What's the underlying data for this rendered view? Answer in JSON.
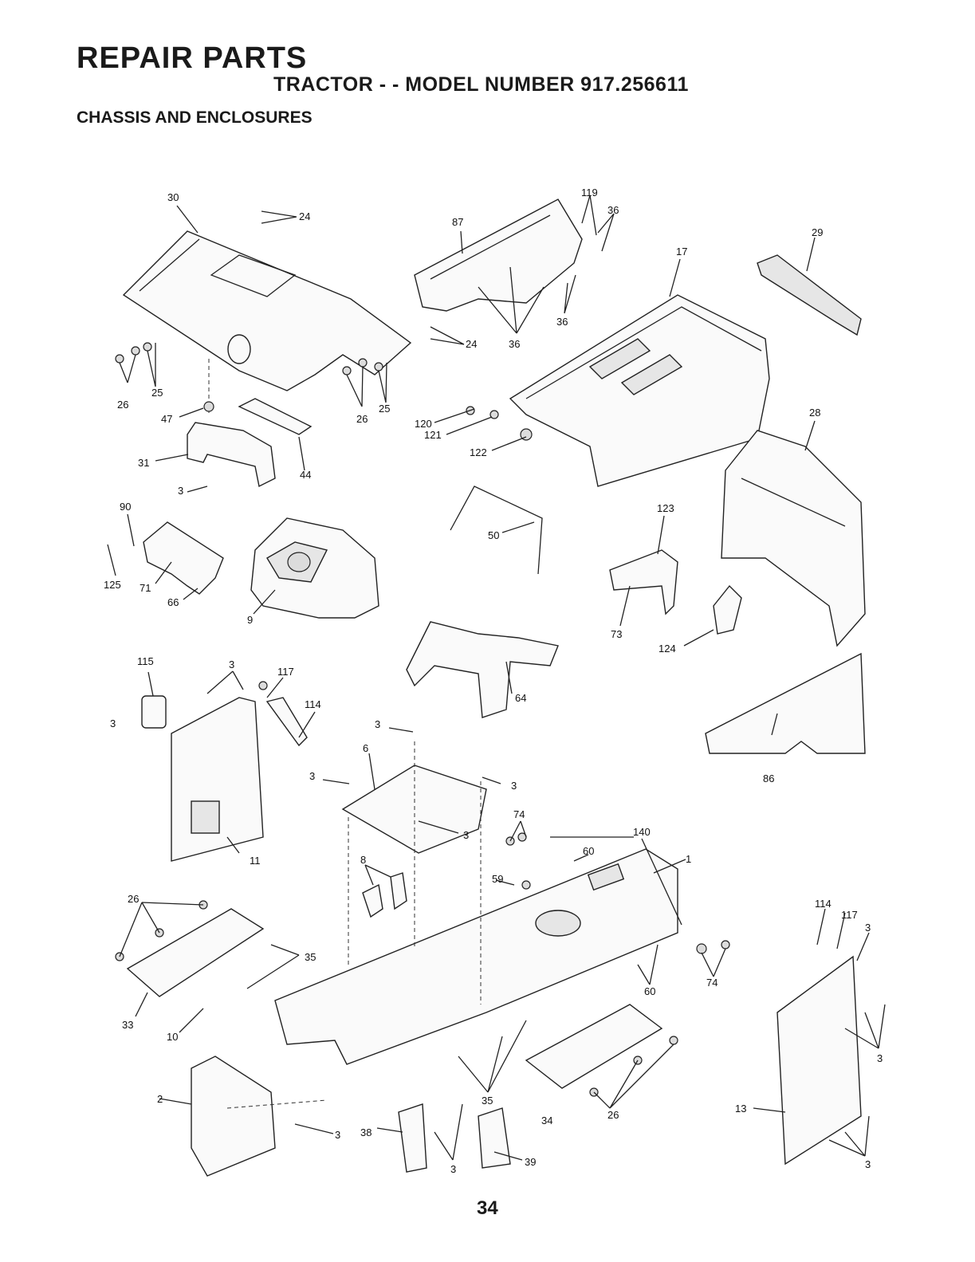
{
  "header": {
    "title": "REPAIR PARTS",
    "subtitle": "TRACTOR - - MODEL NUMBER 917.256611",
    "section": "CHASSIS AND ENCLOSURES"
  },
  "page_number": "34",
  "callouts": [
    {
      "id": "c30",
      "text": "30"
    },
    {
      "id": "c24a",
      "text": "24"
    },
    {
      "id": "c87",
      "text": "87"
    },
    {
      "id": "c119",
      "text": "119"
    },
    {
      "id": "c36a",
      "text": "36"
    },
    {
      "id": "c29",
      "text": "29"
    },
    {
      "id": "c17",
      "text": "17"
    },
    {
      "id": "c36b",
      "text": "36"
    },
    {
      "id": "c24b",
      "text": "24"
    },
    {
      "id": "c36c",
      "text": "36"
    },
    {
      "id": "c26a",
      "text": "26"
    },
    {
      "id": "c25a",
      "text": "25"
    },
    {
      "id": "c26b",
      "text": "26"
    },
    {
      "id": "c25b",
      "text": "25"
    },
    {
      "id": "c47",
      "text": "47"
    },
    {
      "id": "c120",
      "text": "120"
    },
    {
      "id": "c121",
      "text": "121"
    },
    {
      "id": "c122",
      "text": "122"
    },
    {
      "id": "c28",
      "text": "28"
    },
    {
      "id": "c31",
      "text": "31"
    },
    {
      "id": "c44",
      "text": "44"
    },
    {
      "id": "c3a",
      "text": "3"
    },
    {
      "id": "c90",
      "text": "90"
    },
    {
      "id": "c50",
      "text": "50"
    },
    {
      "id": "c123",
      "text": "123"
    },
    {
      "id": "c125",
      "text": "125"
    },
    {
      "id": "c71",
      "text": "71"
    },
    {
      "id": "c66",
      "text": "66"
    },
    {
      "id": "c9",
      "text": "9"
    },
    {
      "id": "c73",
      "text": "73"
    },
    {
      "id": "c124",
      "text": "124"
    },
    {
      "id": "c115",
      "text": "115"
    },
    {
      "id": "c3b",
      "text": "3"
    },
    {
      "id": "c117a",
      "text": "117"
    },
    {
      "id": "c114a",
      "text": "114"
    },
    {
      "id": "c64",
      "text": "64"
    },
    {
      "id": "c3c",
      "text": "3"
    },
    {
      "id": "c3d",
      "text": "3"
    },
    {
      "id": "c6",
      "text": "6"
    },
    {
      "id": "c3e",
      "text": "3"
    },
    {
      "id": "c3f",
      "text": "3"
    },
    {
      "id": "c86",
      "text": "86"
    },
    {
      "id": "c74a",
      "text": "74"
    },
    {
      "id": "c3g",
      "text": "3"
    },
    {
      "id": "c140",
      "text": "140"
    },
    {
      "id": "c60a",
      "text": "60"
    },
    {
      "id": "c1",
      "text": "1"
    },
    {
      "id": "c11",
      "text": "11"
    },
    {
      "id": "c8",
      "text": "8"
    },
    {
      "id": "c59",
      "text": "59"
    },
    {
      "id": "c26c",
      "text": "26"
    },
    {
      "id": "c114b",
      "text": "114"
    },
    {
      "id": "c117b",
      "text": "117"
    },
    {
      "id": "c3h",
      "text": "3"
    },
    {
      "id": "c35a",
      "text": "35"
    },
    {
      "id": "c60b",
      "text": "60"
    },
    {
      "id": "c74b",
      "text": "74"
    },
    {
      "id": "c33",
      "text": "33"
    },
    {
      "id": "c10",
      "text": "10"
    },
    {
      "id": "c3i",
      "text": "3"
    },
    {
      "id": "c2",
      "text": "2"
    },
    {
      "id": "c3j",
      "text": "3"
    },
    {
      "id": "c35b",
      "text": "35"
    },
    {
      "id": "c34",
      "text": "34"
    },
    {
      "id": "c26d",
      "text": "26"
    },
    {
      "id": "c13",
      "text": "13"
    },
    {
      "id": "c38",
      "text": "38"
    },
    {
      "id": "c3k",
      "text": "3"
    },
    {
      "id": "c39",
      "text": "39"
    },
    {
      "id": "c3l",
      "text": "3"
    }
  ]
}
